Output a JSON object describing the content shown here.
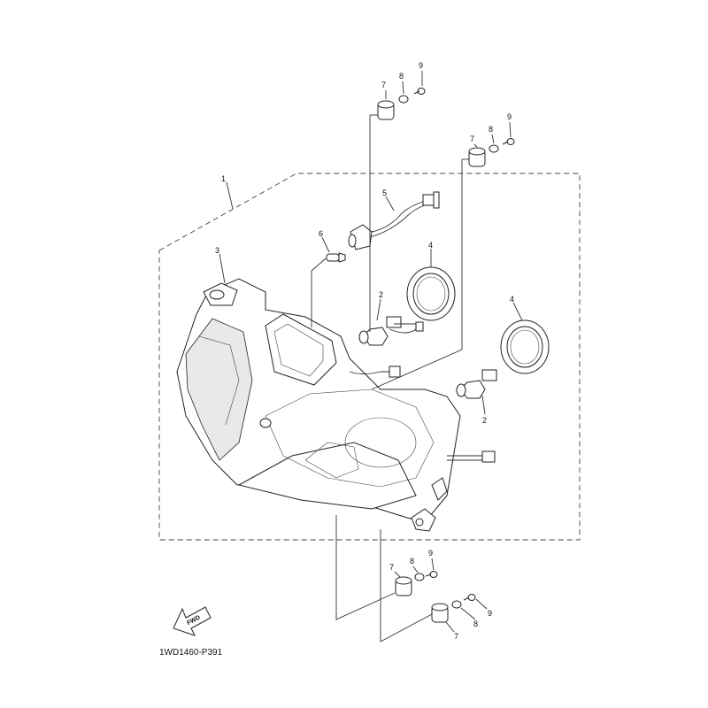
{
  "diagram": {
    "code": "1WD1460-P391",
    "fwd_label": "FWD",
    "callouts": {
      "c1": "1",
      "c2a": "2",
      "c2b": "2",
      "c3": "3",
      "c4a": "4",
      "c4b": "4",
      "c5": "5",
      "c6": "6",
      "c7a": "7",
      "c8a": "8",
      "c9a": "9",
      "c7b": "7",
      "c8b": "8",
      "c9b": "9",
      "c7c": "7",
      "c8c": "8",
      "c9c": "9",
      "c7d": "7",
      "c8d": "8",
      "c9d": "9"
    }
  }
}
